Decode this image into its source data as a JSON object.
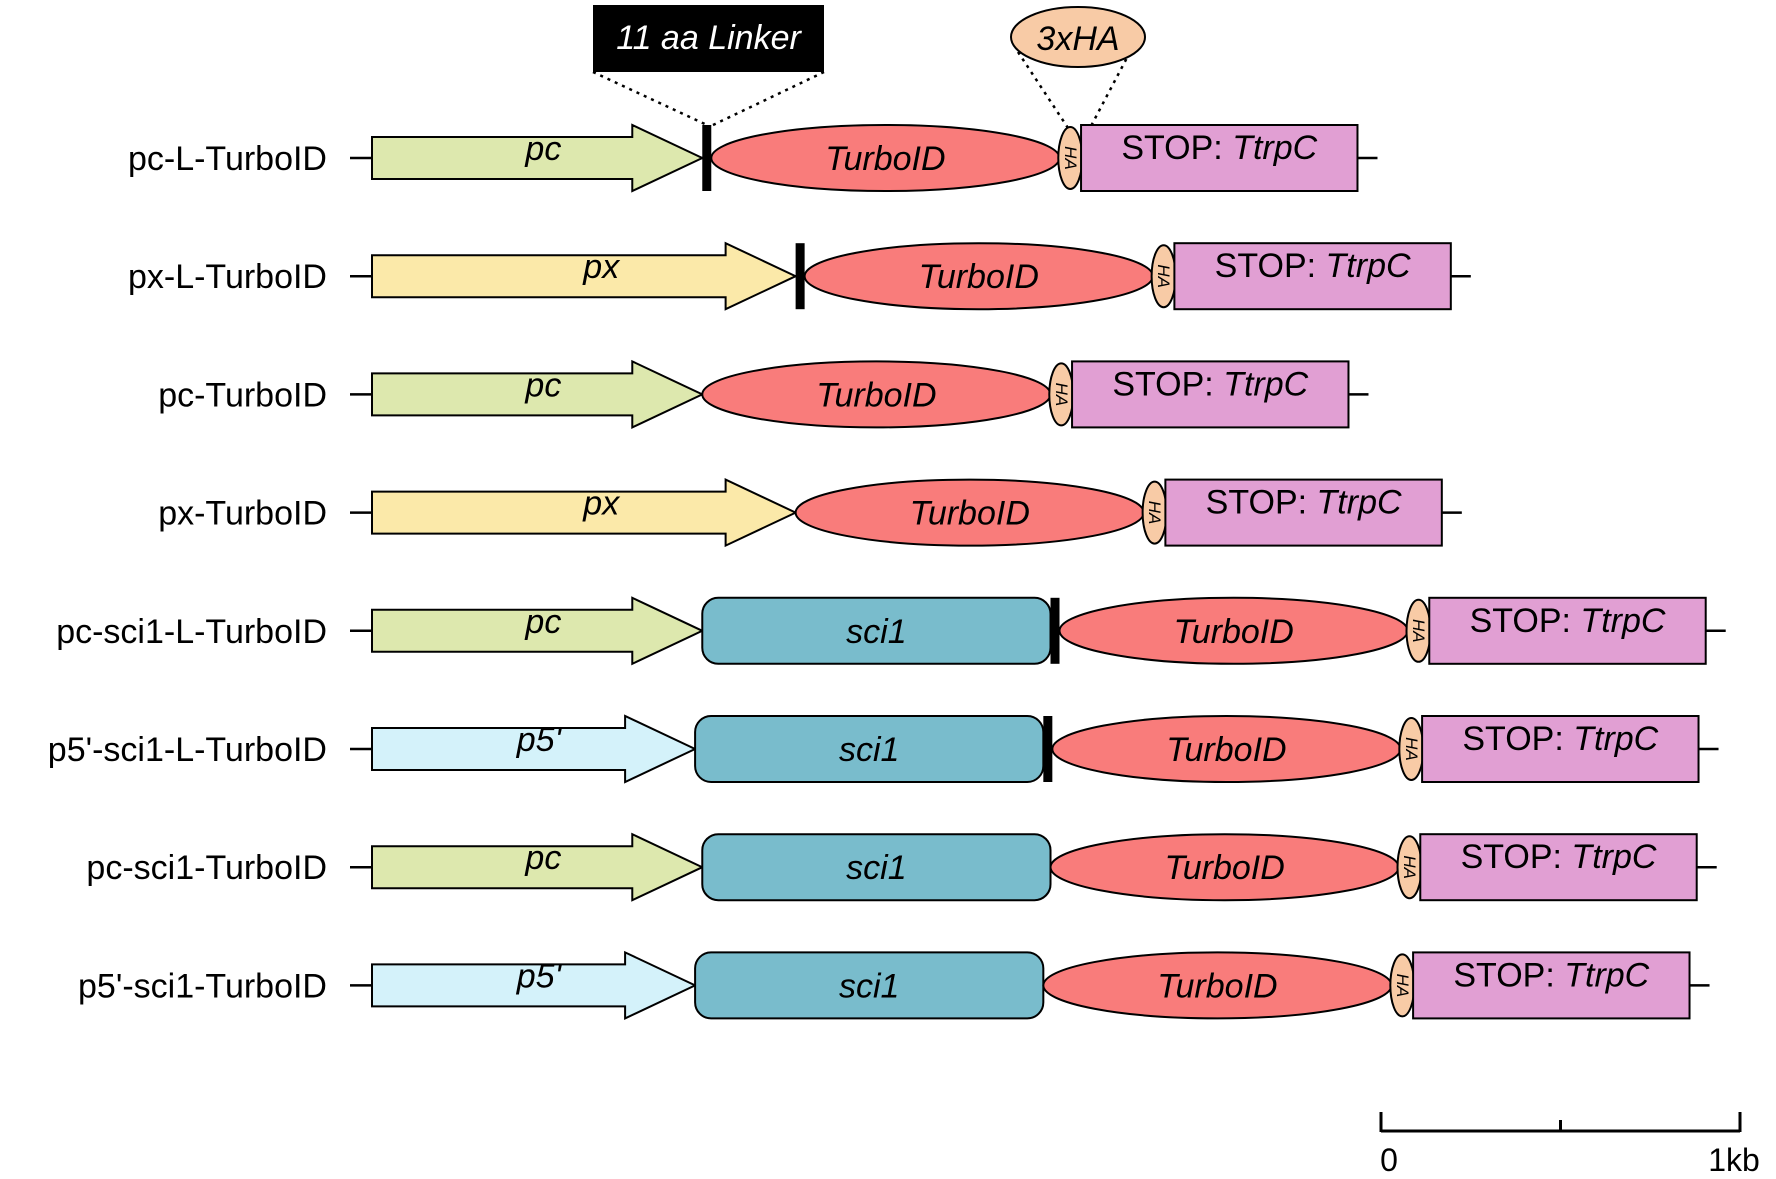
{
  "annotations": {
    "linker_label": "11 aa Linker",
    "ha_callout_label": "3xHA"
  },
  "labels": {
    "ha": "HA",
    "terminator_prefix": "STOP: ",
    "terminator_name": "TtrpC",
    "turboid": "TurboID",
    "sci1": "sci1"
  },
  "colors": {
    "pc": "#dde8ae",
    "px": "#fbe9a9",
    "p5": "#d4f2fa",
    "sci1": "#79bccc",
    "turboid": "#f97c7b",
    "ha": "#f8cba6",
    "stop": "#e19fd3",
    "linker": "#000000"
  },
  "constructs": [
    {
      "name": "pc-L-TurboID",
      "promoter": "pc",
      "promoter_color": "pc",
      "promoter_len": 0.92,
      "sci1": false,
      "linker": true
    },
    {
      "name": "px-L-TurboID",
      "promoter": "px",
      "promoter_color": "px",
      "promoter_len": 1.18,
      "sci1": false,
      "linker": true
    },
    {
      "name": "pc-TurboID",
      "promoter": "pc",
      "promoter_color": "pc",
      "promoter_len": 0.92,
      "sci1": false,
      "linker": false
    },
    {
      "name": "px-TurboID",
      "promoter": "px",
      "promoter_color": "px",
      "promoter_len": 1.18,
      "sci1": false,
      "linker": false
    },
    {
      "name": "pc-sci1-L-TurboID",
      "promoter": "pc",
      "promoter_color": "pc",
      "promoter_len": 0.92,
      "sci1": true,
      "linker": true
    },
    {
      "name": "p5'-sci1-L-TurboID",
      "promoter": "p5'",
      "promoter_color": "p5",
      "promoter_len": 0.9,
      "sci1": true,
      "linker": true
    },
    {
      "name": "pc-sci1-TurboID",
      "promoter": "pc",
      "promoter_color": "pc",
      "promoter_len": 0.92,
      "sci1": true,
      "linker": false
    },
    {
      "name": "p5'-sci1-TurboID",
      "promoter": "p5'",
      "promoter_color": "p5",
      "promoter_len": 0.9,
      "sci1": true,
      "linker": false
    }
  ],
  "segment_lengths_kb": {
    "sci1": 0.97,
    "turboid": 0.97,
    "ha": 0.06,
    "stop": 0.77
  },
  "scale_bar": {
    "start_label": "0",
    "end_label": "1kb",
    "length_kb": 1
  }
}
